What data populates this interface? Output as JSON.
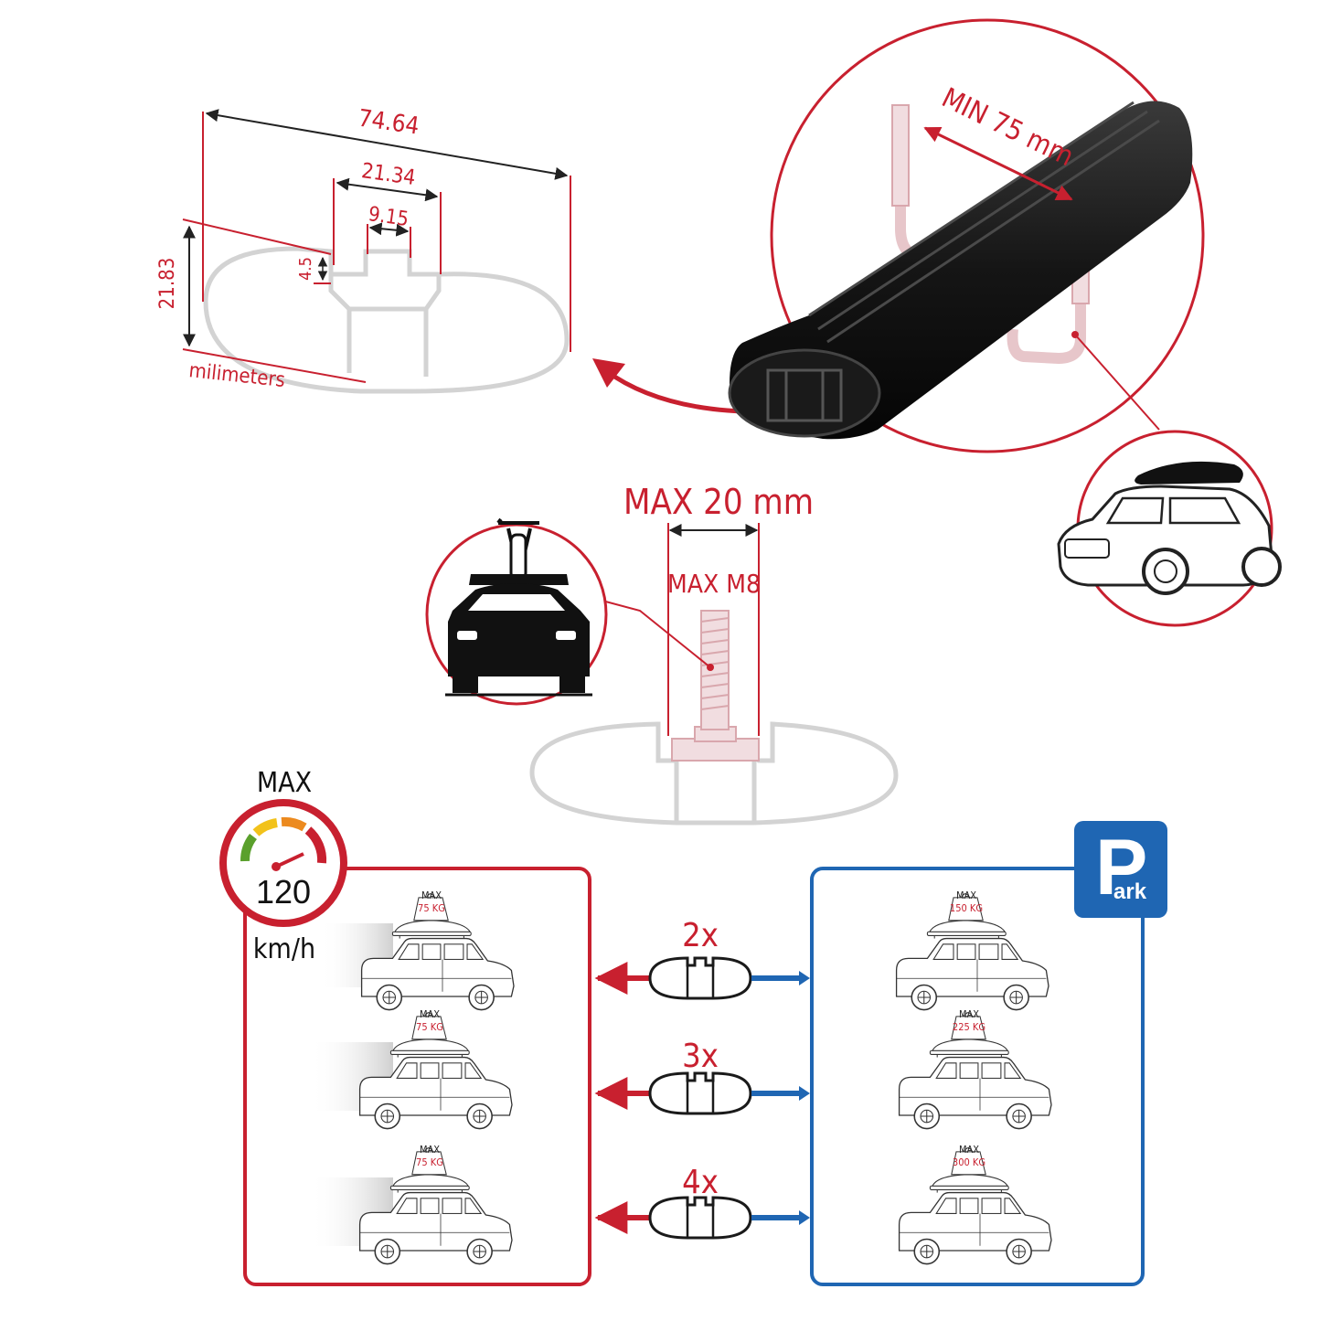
{
  "colors": {
    "accent_red": "#c8202f",
    "accent_blue": "#1f66b3",
    "outline_gray": "#cfcfcf",
    "bar_black": "#121212",
    "bolt_pink": "#d9a7ad"
  },
  "profile_dimensions": {
    "width": "74.64",
    "slot_outer": "21.34",
    "slot_inner": "9.15",
    "slot_depth": "4.5",
    "height": "21.83",
    "unit": "milimeters"
  },
  "bar_detail": {
    "min_label": "MIN 75 mm"
  },
  "bolt_detail": {
    "max_width": "MAX 20 mm",
    "max_thread": "MAX M8"
  },
  "speed_limit": {
    "header": "MAX",
    "value": "120",
    "unit": "km/h",
    "icon": "speedometer-icon"
  },
  "park": {
    "letter": "P",
    "suffix": "ark",
    "icon": "parking-sign-icon"
  },
  "load_rows": [
    {
      "count": "2x",
      "driving_load": {
        "max": "MAX",
        "kg": "75 KG"
      },
      "parked_load": {
        "max": "MAX",
        "kg": "150 KG"
      }
    },
    {
      "count": "3x",
      "driving_load": {
        "max": "MAX",
        "kg": "75 KG"
      },
      "parked_load": {
        "max": "MAX",
        "kg": "225 KG"
      }
    },
    {
      "count": "4x",
      "driving_load": {
        "max": "MAX",
        "kg": "75 KG"
      },
      "parked_load": {
        "max": "MAX",
        "kg": "300 KG"
      }
    }
  ]
}
